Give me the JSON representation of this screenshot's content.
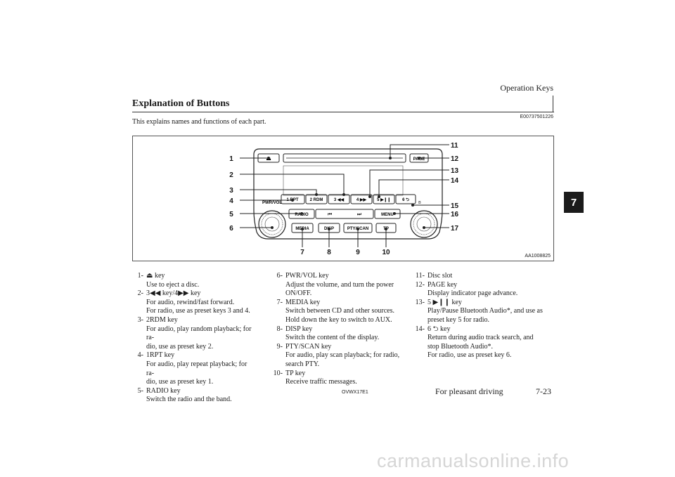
{
  "page": {
    "running_header": "Operation Keys",
    "chapter_tab": "7",
    "section_title": "Explanation of Buttons",
    "section_ref": "E00737501226",
    "intro": "This explains names and functions of each part."
  },
  "figure": {
    "code": "AA1008825",
    "callouts": [
      "1",
      "2",
      "3",
      "4",
      "5",
      "6",
      "7",
      "8",
      "9",
      "10",
      "11",
      "12",
      "13",
      "14",
      "15",
      "16",
      "17"
    ],
    "button_labels": {
      "eject": "⏏",
      "page": "PAGE",
      "rpt": "1 RPT",
      "rdm": "2 RDM",
      "key3": "3 ◀◀",
      "key4": "4 ▶▶",
      "key5": "5 ▶❙❙",
      "key6": "6 ⮌",
      "pwr_vol": "PWR/VOL",
      "radio": "RADIO",
      "menu": "MENU",
      "prev": "⏮",
      "next": "⏭",
      "media": "MEDIA",
      "disp": "DISP",
      "pty_scan": "PTY/SCAN",
      "tp": "TP",
      "bt_logo": "ʙ"
    }
  },
  "items": {
    "col1": [
      {
        "num": "1-",
        "name": "⏏  key",
        "desc": [
          "Use to eject a disc."
        ]
      },
      {
        "num": "2-",
        "name": "3◀◀ key/4▶▶ key",
        "desc": [
          "For audio, rewind/fast forward.",
          "For radio, use as preset keys 3 and 4."
        ]
      },
      {
        "num": "3-",
        "name": "2RDM key",
        "desc": [
          "For audio, play random playback; for ra-",
          "dio, use as preset key 2."
        ]
      },
      {
        "num": "4-",
        "name": "1RPT key",
        "desc": [
          "For audio, play repeat playback; for ra-",
          "dio, use as preset key 1."
        ]
      },
      {
        "num": "5-",
        "name": "RADIO key",
        "desc": [
          "Switch the radio and the band."
        ]
      }
    ],
    "col2": [
      {
        "num": "6-",
        "name": "PWR/VOL key",
        "desc": [
          "Adjust the volume, and turn the power",
          "ON/OFF."
        ]
      },
      {
        "num": "7-",
        "name": "MEDIA key",
        "desc": [
          "Switch between CD and other sources.",
          "Hold down the key to switch to AUX."
        ]
      },
      {
        "num": "8-",
        "name": "DISP key",
        "desc": [
          "Switch the content of the display."
        ]
      },
      {
        "num": "9-",
        "name": "PTY/SCAN key",
        "desc": [
          "For audio, play scan playback; for radio,",
          "search PTY."
        ]
      },
      {
        "num": "10-",
        "name": "TP key",
        "desc": [
          "Receive traffic messages."
        ]
      }
    ],
    "col3": [
      {
        "num": "11-",
        "name": "Disc slot",
        "desc": []
      },
      {
        "num": "12-",
        "name": "PAGE key",
        "desc": [
          "Display indicator page advance."
        ]
      },
      {
        "num": "13-",
        "name": "5  ▶❙❙  key",
        "desc": [
          "Play/Pause Bluetooth Audio*, and use as",
          "preset key 5 for radio."
        ]
      },
      {
        "num": "14-",
        "name": "6  ⮌  key",
        "desc": [
          "Return during audio track search, and",
          "stop Bluetooth Audio*.",
          "For radio, use as preset key 6."
        ]
      }
    ]
  },
  "footer": {
    "code": "OVWX17E1",
    "chapter_name": "For pleasant driving",
    "page_number": "7-23"
  },
  "watermark": "carmanualsonline.info"
}
